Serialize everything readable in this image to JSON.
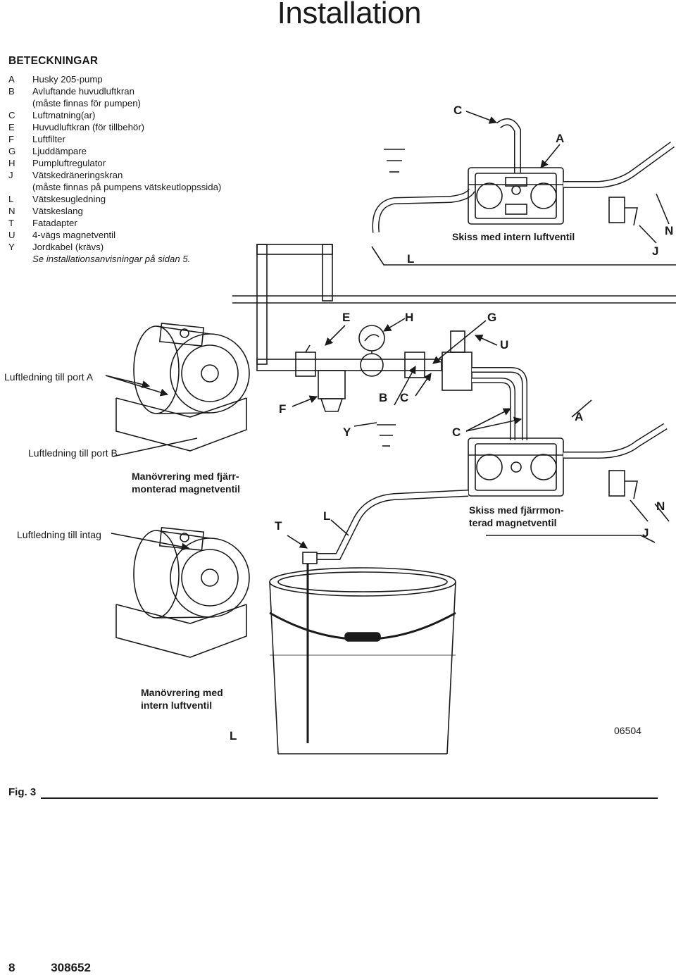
{
  "page": {
    "title": "Installation",
    "page_number": "8",
    "doc_number": "308652",
    "figure_label": "Fig. 3",
    "drawing_number": "06504"
  },
  "legend": {
    "heading": "BETECKNINGAR",
    "items": [
      {
        "key": "A",
        "text": "Husky 205-pump"
      },
      {
        "key": "B",
        "text": "Avluftande huvudluftkran\n(måste finnas för pumpen)"
      },
      {
        "key": "C",
        "text": "Luftmatning(ar)"
      },
      {
        "key": "E",
        "text": "Huvudluftkran (för tillbehör)"
      },
      {
        "key": "F",
        "text": "Luftfilter"
      },
      {
        "key": "G",
        "text": "Ljuddämpare"
      },
      {
        "key": "H",
        "text": "Pumpluftregulator"
      },
      {
        "key": "J",
        "text": "Vätskedräneringskran\n(måste finnas på pumpens vätskeutloppssida)"
      },
      {
        "key": "L",
        "text": "Vätskesugledning"
      },
      {
        "key": "N",
        "text": "Vätskeslang"
      },
      {
        "key": "T",
        "text": "Fatadapter"
      },
      {
        "key": "U",
        "text": "4-vägs magnetventil"
      },
      {
        "key": "Y",
        "text": "Jordkabel (krävs)"
      }
    ],
    "note": "Se installationsanvisningar på sidan 5."
  },
  "callouts": {
    "c_top": "C",
    "a_top": "A",
    "l_top": "L",
    "j_top": "J",
    "n_top": "N",
    "e": "E",
    "h": "H",
    "g": "G",
    "u": "U",
    "f": "F",
    "b": "B",
    "c_mid": "C",
    "y": "Y",
    "c_low": "C",
    "a_low": "A",
    "t": "T",
    "l_mid": "L",
    "j_low": "J",
    "n_low": "N",
    "l_bottom": "L"
  },
  "captions": {
    "skiss_intern": "Skiss med intern luftventil",
    "port_a": "Luftledning till port A",
    "port_b": "Luftledning till port B",
    "intag": "Luftledning till intag",
    "manovrering_fjarr_1": "Manövrering med fjärr-",
    "manovrering_fjarr_2": "monterad magnetventil",
    "skiss_fjarr_1": "Skiss med fjärrmon-",
    "skiss_fjarr_2": "terad magnetventil",
    "manovrering_intern_1": "Manövrering med",
    "manovrering_intern_2": "intern luftventil"
  }
}
